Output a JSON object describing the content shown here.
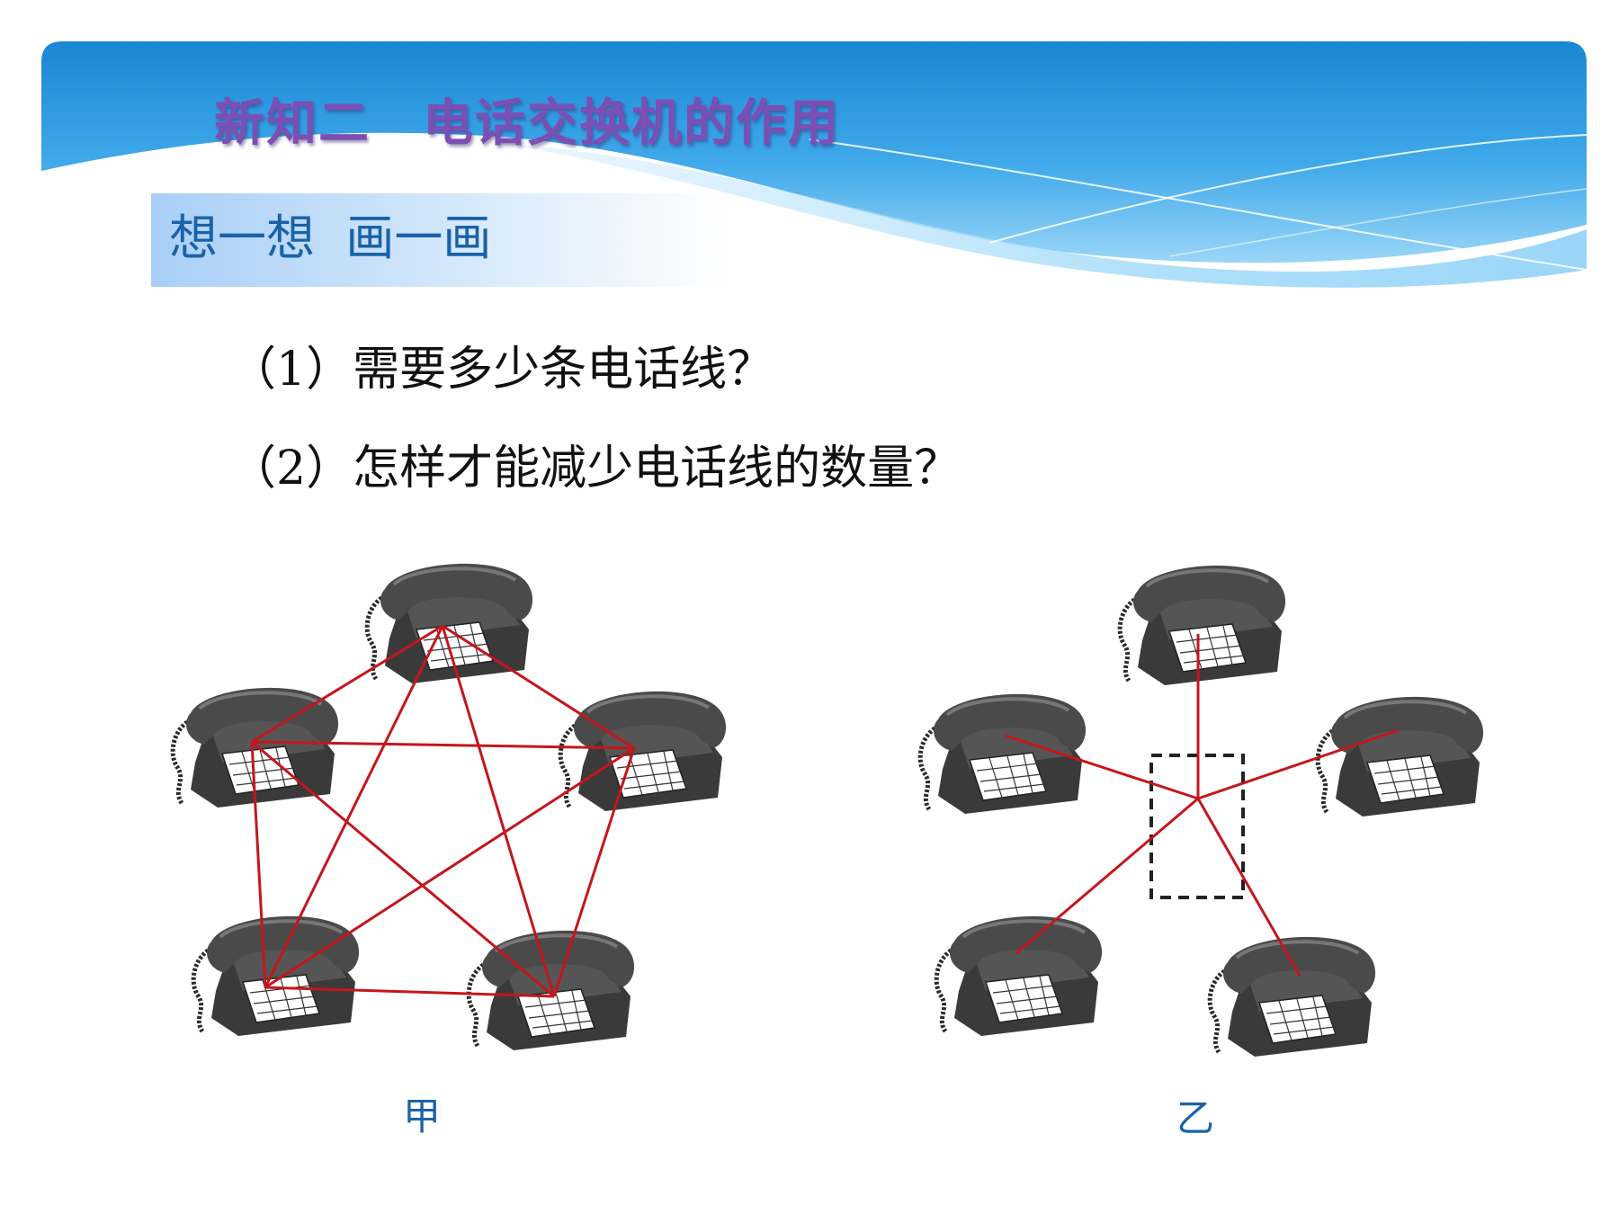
{
  "header": {
    "title": "新知二　电话交换机的作用",
    "subtitle": "想一想  画一画"
  },
  "questions": [
    {
      "label": "（1）需要多少条电话线？"
    },
    {
      "label": "（2）怎样才能减少电话线的数量？"
    }
  ],
  "diagrams": {
    "left_caption": "甲",
    "right_caption": "乙"
  },
  "colors": {
    "banner_top": "#1e8fd8",
    "banner_light": "#8fcff5",
    "title": "#7b4fb3",
    "subtitle": "#1a62a8",
    "wire": "#c4161c",
    "phone_body": "#3f3f3f"
  },
  "icons": {
    "phone": "telephone-icon",
    "switchboard": "dashed-box"
  }
}
